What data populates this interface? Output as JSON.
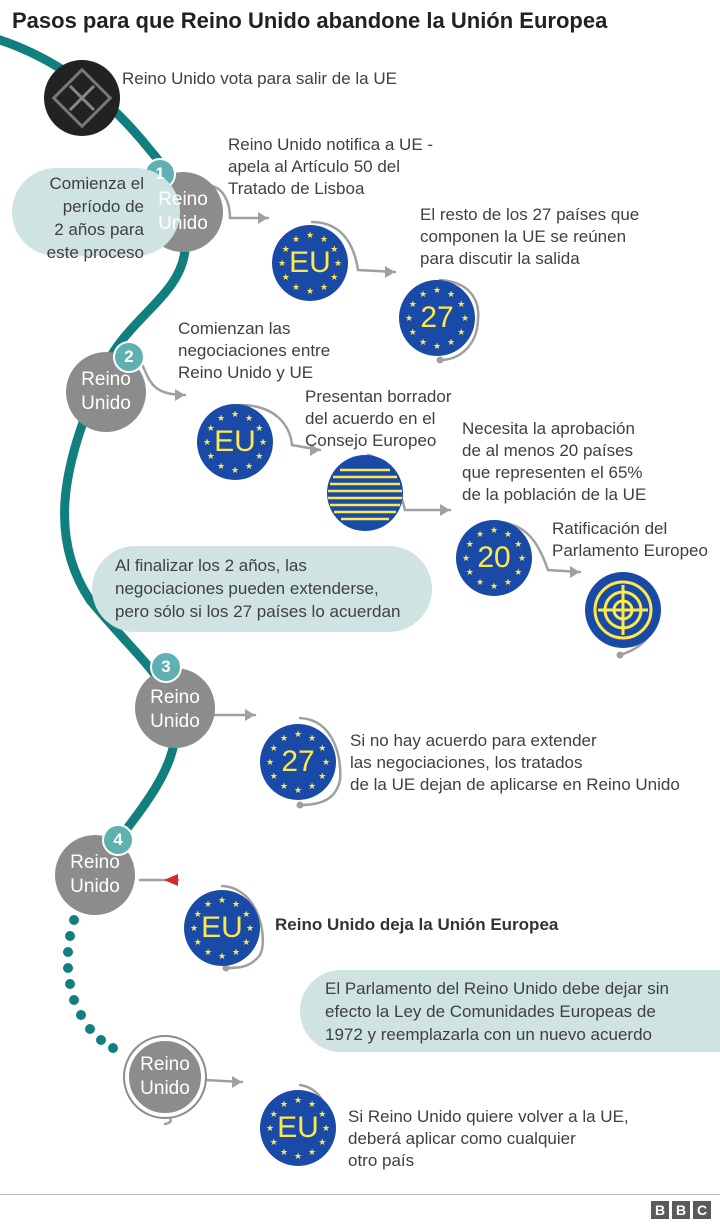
{
  "title": "Pasos para que Reino Unido abandone la Unión Europea",
  "uk_label_line1": "Reino",
  "uk_label_line2": "Unido",
  "steps": {
    "vote": "Reino Unido vota para salir de la UE",
    "notify": [
      "Reino Unido notifica a UE -",
      "apela al Artículo 50 del",
      "Tratado de Lisboa"
    ],
    "period_box": [
      "Comienza el",
      "período de",
      "2 años para",
      "este proceso"
    ],
    "meet": [
      "El resto de los 27 países que",
      "componen la UE se reúnen",
      "para discutir la salida"
    ],
    "negotiations": [
      "Comienzan las",
      "negociaciones entre",
      "Reino Unido y UE"
    ],
    "draft": [
      "Presentan borrador",
      "del acuerdo en el",
      "Consejo Europeo"
    ],
    "approval": [
      "Necesita la aprobación",
      "de al menos 20 países",
      "que representen el 65%",
      "de la población de la UE"
    ],
    "ratification": [
      "Ratificación del",
      "Parlamento Europeo"
    ],
    "extend_box": [
      "Al finalizar los 2 años, las",
      "negociaciones pueden extenderse,",
      "pero sólo si los 27 países lo acuerdan"
    ],
    "no_deal": [
      "Si no hay acuerdo para extender",
      "las negociaciones, los tratados",
      "de la UE dejan de aplicarse en Reino Unido"
    ],
    "leaves": "Reino Unido deja la Unión Europea",
    "parliament_box": [
      "El Parlamento del Reino Unido debe dejar sin",
      "efecto la Ley de Comunidades Europeas de",
      "1972 y reemplazarla con un nuevo acuerdo"
    ],
    "rejoin": [
      "Si Reino Unido quiere volver a la UE,",
      "deberá aplicar como cualquier",
      "otro país"
    ]
  },
  "numbers": [
    "1",
    "2",
    "3",
    "4"
  ],
  "eu_badges": {
    "eu": "EU",
    "n27": "27",
    "n20": "20"
  },
  "logo": "BBC",
  "colors": {
    "teal": "#127f7f",
    "teal_light": "#cfe3e3",
    "num_circle": "#5fb0b0",
    "uk_grey": "#8c8c8c",
    "eu_blue": "#1a4aa8",
    "eu_yellow": "#ffe94a",
    "connector": "#a0a0a0",
    "red_arrow": "#d62a2a"
  }
}
